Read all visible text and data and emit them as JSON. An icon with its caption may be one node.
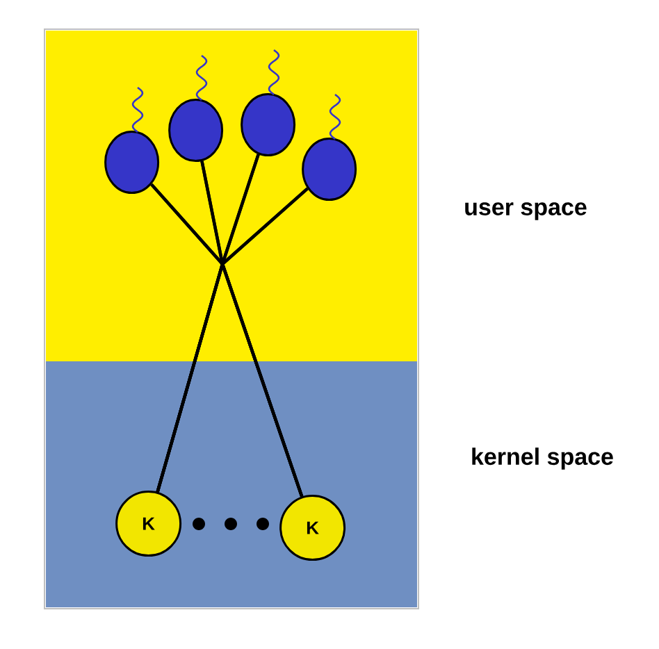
{
  "diagram": {
    "nodes": [
      {
        "text": [
          "user space"
        ]
      },
      {
        "text": [
          "kernel space"
        ]
      },
      {
        "text": [],
        "shape": "circle",
        "in": 0
      },
      {
        "text": [],
        "shape": "circle",
        "in": 0
      },
      {
        "text": [],
        "shape": "circle",
        "in": 0
      },
      {
        "text": [],
        "shape": "circle",
        "in": 0
      },
      {
        "text": [
          "K"
        ],
        "in": 1
      },
      {
        "text": [
          "K"
        ],
        "in": 1
      }
    ],
    "edges": [
      {
        "from": 2,
        "to": 6,
        "arrow": "none"
      },
      {
        "from": 2,
        "to": 7,
        "arrow": "none"
      },
      {
        "from": 3,
        "to": 6,
        "arrow": "none"
      },
      {
        "from": 3,
        "to": 7,
        "arrow": "none"
      },
      {
        "from": 4,
        "to": 6,
        "arrow": "none"
      },
      {
        "from": 4,
        "to": 7,
        "arrow": "none"
      },
      {
        "from": 5,
        "to": 6,
        "arrow": "none"
      },
      {
        "from": 5,
        "to": 7,
        "arrow": "none"
      }
    ]
  }
}
